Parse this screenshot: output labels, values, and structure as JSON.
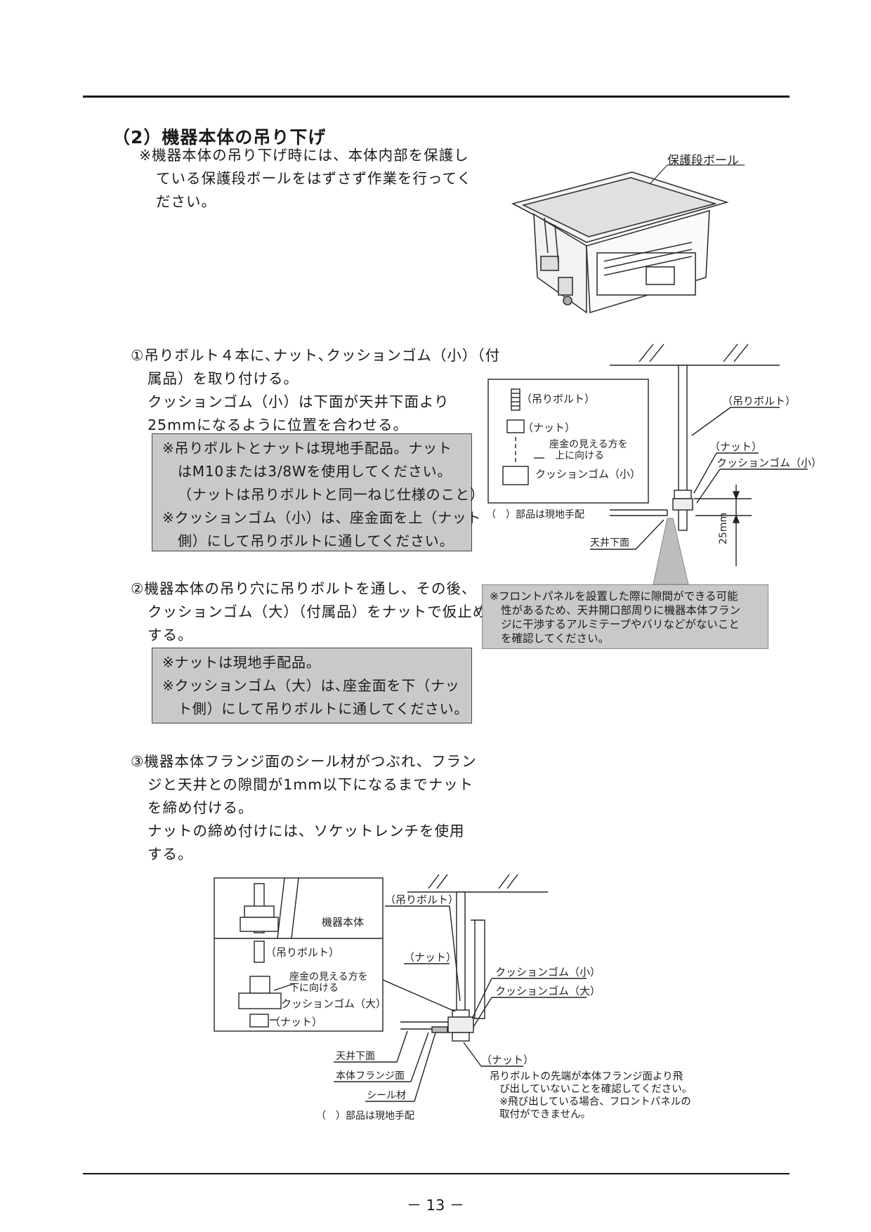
{
  "heading": "（2）機器本体の吊り下げ",
  "intro": {
    "lines": [
      "※機器本体の吊り下げ時には、本体内部を保護し",
      "ている保護段ボールをはずさず作業を行ってく",
      "ださい。"
    ]
  },
  "fig1": {
    "label": "保護段ボール"
  },
  "step1": {
    "lines": [
      "①吊りボルト４本に､ナット､クッションゴム（小）（付",
      "属品）を取り付ける。",
      "クッションゴム（小）は下面が天井下面より",
      "25mmになるように位置を合わせる。"
    ],
    "note": [
      "※吊りボルトとナットは現地手配品。ナット",
      "はM10または3/8Wを使用してください。",
      "（ナットは吊りボルトと同一ねじ仕様のこと）",
      "※クッションゴム（小）は、座金面を上（ナット",
      "側）にして吊りボルトに通してください。"
    ]
  },
  "fig2": {
    "inset_bolt": "（吊りボルト）",
    "inset_nut": "（ナット）",
    "inset_washer_1": "座金の見える方を",
    "inset_washer_2": "上に向ける",
    "inset_cushion": "クッションゴム（小）",
    "local_parts": "（　）部品は現地手配",
    "bolt": "（吊りボルト）",
    "nut": "（ナット）",
    "cushion": "クッションゴム（小）",
    "ceiling": "天井下面",
    "dim": "25mm",
    "note": [
      "※フロントパネルを設置した際に隙間ができる可能",
      "性があるため、天井開口部周りに機器本体フラン",
      "ジに干渉するアルミテープやバリなどがないこと",
      "を確認してください。"
    ]
  },
  "step2": {
    "lines": [
      "②機器本体の吊り穴に吊りボルトを通し、その後、",
      "クッションゴム（大）（付属品）をナットで仮止め",
      "する。"
    ],
    "note": [
      "※ナットは現地手配品。",
      "※クッションゴム（大）は､座金面を下（ナッ",
      "ト側）にして吊りボルトに通してください。"
    ]
  },
  "step3": {
    "lines": [
      "③機器本体フランジ面のシール材がつぶれ、フラン",
      "ジと天井との隙間が1mm以下になるまでナット",
      "を締め付ける。",
      "ナットの締め付けには、ソケットレンチを使用",
      "する。"
    ]
  },
  "fig3": {
    "body": "機器本体",
    "inset_bolt": "（吊りボルト）",
    "inset_washer_1": "座金の見える方を",
    "inset_washer_2": "下に向ける",
    "inset_cushion": "クッションゴム（大）",
    "inset_nut": "（ナット）",
    "bolt": "（吊りボルト）",
    "nut1": "（ナット）",
    "cushion_small": "クッションゴム（小）",
    "cushion_large": "クッションゴム（大）",
    "ceiling": "天井下面",
    "flange": "本体フランジ面",
    "seal": "シール材",
    "local_parts": "（　）部品は現地手配",
    "nut2": "（ナット）",
    "note": [
      "吊りボルトの先端が本体フランジ面より飛",
      "び出していないことを確認してください。",
      "※飛び出している場合、フロントパネルの",
      "取付ができません。"
    ]
  },
  "page_number": "－ 13 －"
}
